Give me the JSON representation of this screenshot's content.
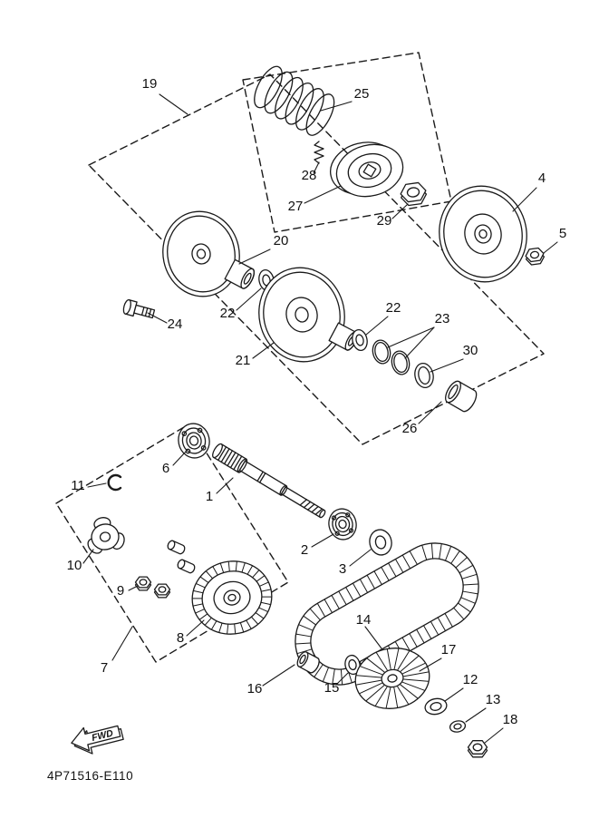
{
  "document": {
    "code": "4P71516-E110",
    "fwd_label": "FWD",
    "colors": {
      "ink": "#1a1a1a",
      "background": "#ffffff"
    }
  },
  "callouts": [
    {
      "label": "19"
    },
    {
      "label": "25"
    },
    {
      "label": "28"
    },
    {
      "label": "27"
    },
    {
      "label": "29"
    },
    {
      "label": "4"
    },
    {
      "label": "5"
    },
    {
      "label": "20"
    },
    {
      "label": "24"
    },
    {
      "label": "22"
    },
    {
      "label": "21"
    },
    {
      "label": "22"
    },
    {
      "label": "23"
    },
    {
      "label": "30"
    },
    {
      "label": "26"
    },
    {
      "label": "6"
    },
    {
      "label": "1"
    },
    {
      "label": "2"
    },
    {
      "label": "3"
    },
    {
      "label": "11"
    },
    {
      "label": "10"
    },
    {
      "label": "9"
    },
    {
      "label": "8"
    },
    {
      "label": "7"
    },
    {
      "label": "14"
    },
    {
      "label": "16"
    },
    {
      "label": "15"
    },
    {
      "label": "17"
    },
    {
      "label": "12"
    },
    {
      "label": "13"
    },
    {
      "label": "18"
    }
  ]
}
